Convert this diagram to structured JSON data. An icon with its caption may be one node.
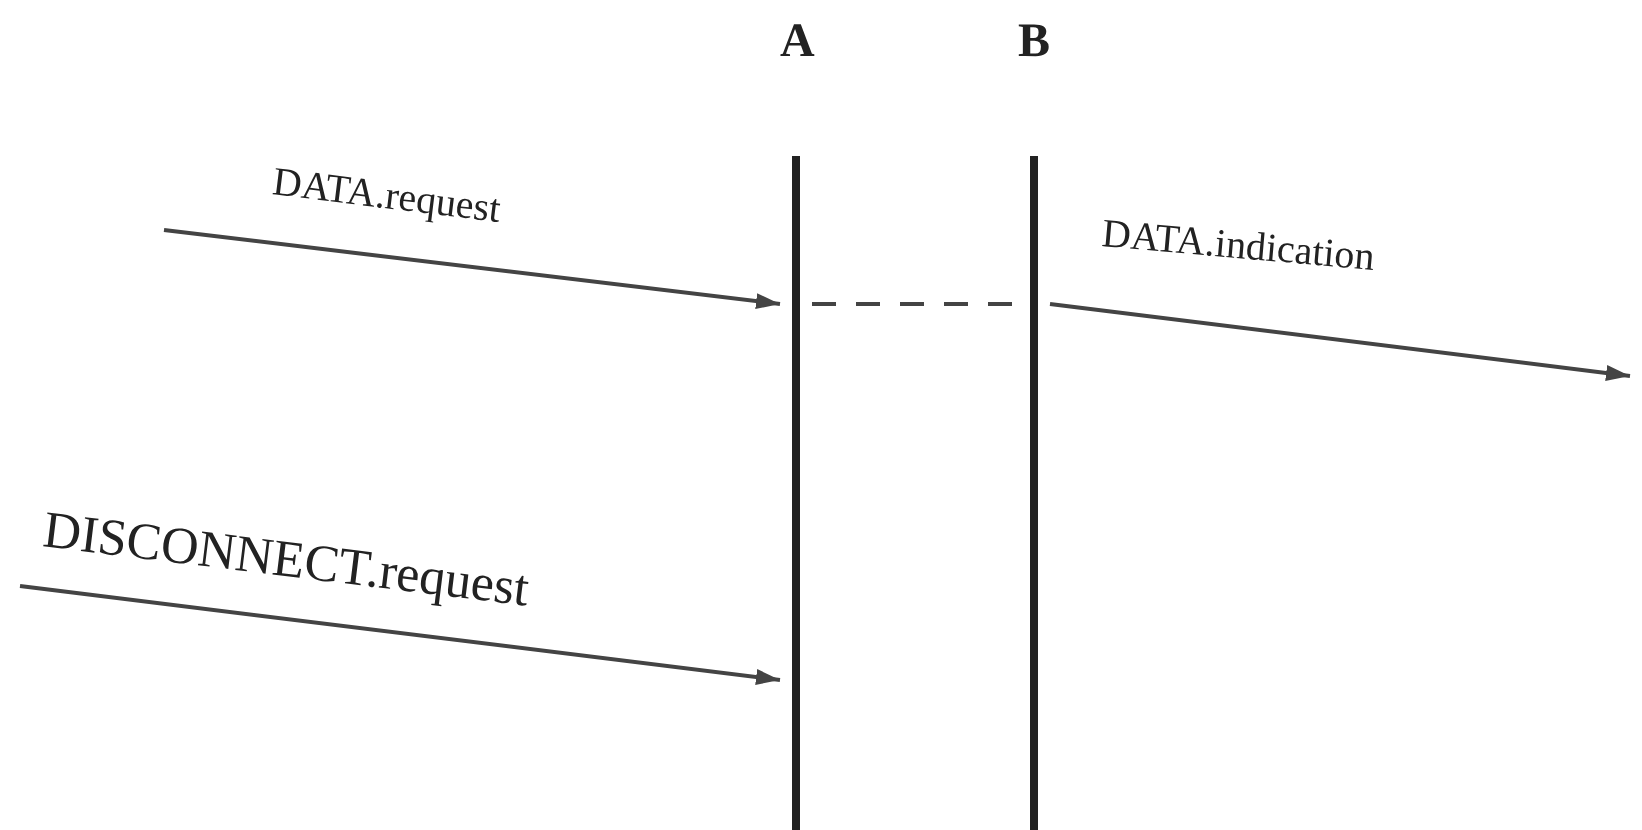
{
  "diagram": {
    "nodes": [
      {
        "text": [
          "A"
        ]
      },
      {
        "text": [
          "B"
        ]
      }
    ],
    "edges": [
      {
        "from": null,
        "to": 0,
        "arrow": "to",
        "label": "DATA.request"
      },
      {
        "from": 0,
        "to": 1,
        "arrow": "none",
        "style": "dashed"
      },
      {
        "from": 1,
        "to": null,
        "arrow": "to",
        "label": "DATA.indication"
      },
      {
        "from": null,
        "to": 0,
        "arrow": "to",
        "label": "DISCONNECT.request"
      }
    ]
  }
}
